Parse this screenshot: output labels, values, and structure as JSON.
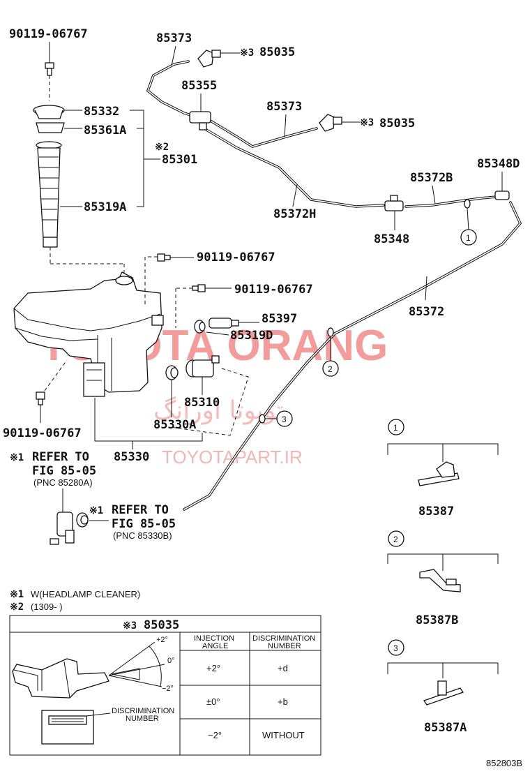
{
  "watermark": {
    "brand": "TOYOTA ORANG",
    "persian": "تویوتا اورانگ",
    "site": "TOYOTAPART.IR"
  },
  "parts": {
    "p90119_a": "90119-06767",
    "p85332": "85332",
    "p85361A": "85361A",
    "p85301": "85301",
    "p85319A": "85319A",
    "p90119_b": "90119-06767",
    "p90119_c": "90119-06767",
    "p85397": "85397",
    "p85319D": "85319D",
    "p85310": "85310",
    "p85330A": "85330A",
    "p85330": "85330",
    "p90119_d": "90119-06767",
    "p85373_a": "85373",
    "p85035_a": "85035",
    "p85355": "85355",
    "p85373_b": "85373",
    "p85035_b": "85035",
    "p85372H": "85372H",
    "p85372B": "85372B",
    "p85348D": "85348D",
    "p85348": "85348",
    "p85372": "85372",
    "p85387": "85387",
    "p85387B": "85387B",
    "p85387A": "85387A"
  },
  "marks": {
    "m1": "※1",
    "m2": "※2",
    "m3": "※3"
  },
  "refs": {
    "ref1_line1": "REFER TO",
    "ref1_line2": "FIG 85-05",
    "ref1_line3": "(PNC 85280A)",
    "ref2_line1": "REFER TO",
    "ref2_line2": "FIG 85-05",
    "ref2_line3": "(PNC 85330B)"
  },
  "notes": {
    "note1": "W(HEADLAMP CLEANER)",
    "note2": "(1309-        )"
  },
  "callouts": [
    "1",
    "2",
    "3"
  ],
  "table": {
    "title": "85035",
    "col1_header_l1": "INJECTION",
    "col1_header_l2": "ANGLE",
    "col2_header_l1": "DISCRIMINATION",
    "col2_header_l2": "NUMBER",
    "rows": [
      {
        "angle": "+2°",
        "number": "+d"
      },
      {
        "angle": "±0°",
        "number": "+b"
      },
      {
        "angle": "−2°",
        "number": "WITHOUT"
      }
    ],
    "diag_angle_top": "+2°",
    "diag_angle_mid": "0°",
    "diag_angle_bot": "−2°",
    "diag_label_l1": "DISCRIMINATION",
    "diag_label_l2": "NUMBER"
  },
  "figure_id": "852803B"
}
